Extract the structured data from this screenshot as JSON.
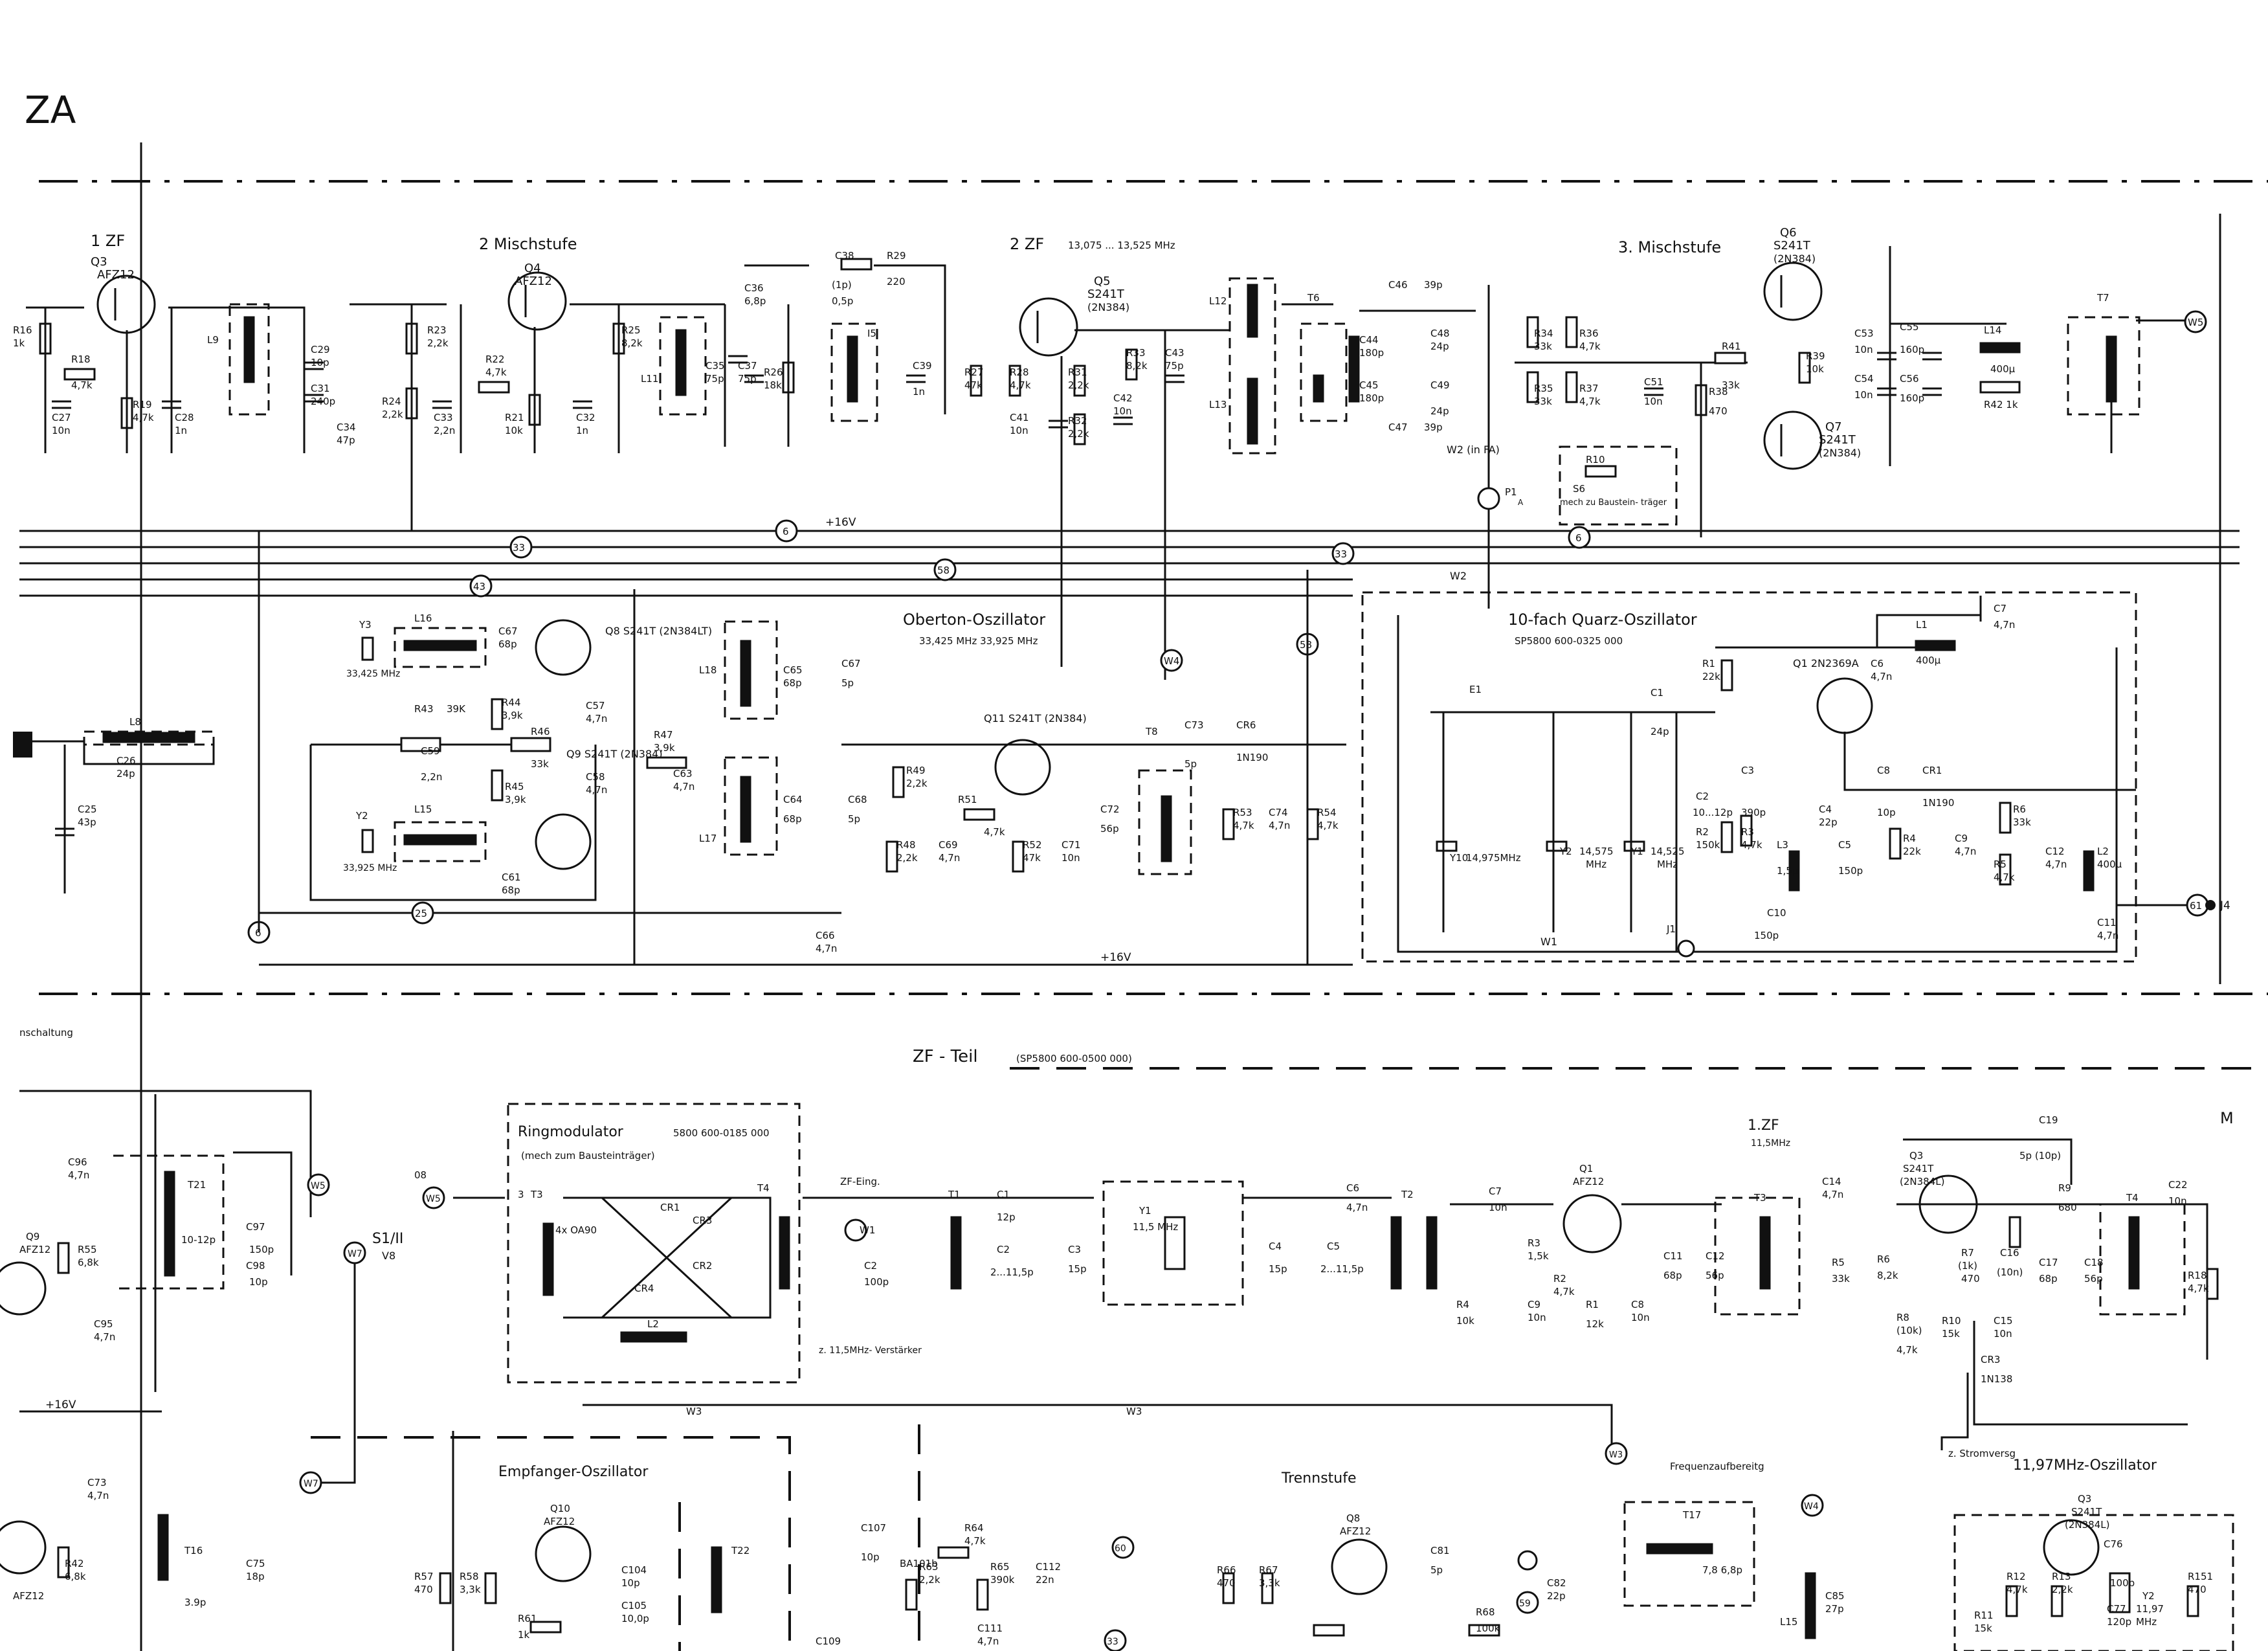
{
  "page_tag": "ZA",
  "top": {
    "stages": {
      "zf1": "1 ZF",
      "misch2": "2 Mischstufe",
      "zf2": "2 ZF",
      "zf2_freq": "13,075 ... 13,525 MHz",
      "misch3": "3. Mischstufe"
    },
    "transistors": [
      {
        "ref": "Q3",
        "type": "AFZ12"
      },
      {
        "ref": "Q4",
        "type": "AFZ12"
      },
      {
        "ref": "Q5",
        "type": "S241T",
        "alt": "(2N384)"
      },
      {
        "ref": "Q6",
        "type": "S241T",
        "alt": "(2N384)"
      },
      {
        "ref": "Q7",
        "type": "S241T",
        "alt": "(2N384)"
      }
    ],
    "parts": [
      "R16 1k",
      "R18 4,7k",
      "R19 4,7k",
      "C27 10n",
      "C28 1n",
      "L9",
      "C29 10p",
      "C31 240p",
      "C34 47p",
      "R23 2,2k",
      "R22 4,7k",
      "R24 2,2k",
      "C33 2,2n",
      "R21 10k",
      "C32 1n",
      "R25 8,2k",
      "C36 6,8p",
      "L11",
      "C35 75p",
      "C37 75p",
      "R26 18k",
      "C38 (1p) 0,5p",
      "R29 220",
      "I5",
      "C39 1n",
      "R27 47k",
      "R28 4,7k",
      "C41 10n",
      "R31 2,2k",
      "R32 2,2k",
      "C42 10n",
      "R33 8,2k",
      "C43 75p",
      "L12",
      "L13",
      "T6",
      "C44 180p",
      "C45 180p",
      "C46 39p",
      "C47 39p",
      "C48 24p",
      "C49 24p",
      "R34 33k",
      "R35 33k",
      "R36 4,7k",
      "R37 4,7k",
      "C51 10n",
      "R38 470",
      "R41 33k",
      "R39 10k",
      "C53 10n",
      "C54 10n",
      "C55 160p",
      "C56 160p",
      "L14 400µ",
      "R42 1k",
      "T7",
      "S6",
      "R10"
    ],
    "w2_label": "W2 (in FA)",
    "s6_note": "mech zu Baustein- träger",
    "p1": "P1",
    "p1_sub": "A"
  },
  "rails": {
    "plus16": "+16V",
    "node6": "6",
    "node33": "33",
    "node58": "58",
    "node43": "43",
    "node25": "25",
    "node61": "61",
    "w1": "W1",
    "w2": "W2",
    "w3": "W3",
    "w5": "W5",
    "w4": "W4",
    "w7": "W7",
    "j4": "J4"
  },
  "oberton": {
    "title": "Oberton-Oszillator",
    "freqs": "33,425 MHz      33,925 MHz",
    "y3": "Y3",
    "y3_freq": "33,425 MHz",
    "y2": "Y2",
    "y2_freq": "33,925 MHz",
    "q8": "Q8 S241T (2N384LT)",
    "q9": "Q9 S241T (2N384)",
    "q11": "Q11 S241T (2N384)",
    "parts": [
      "L16",
      "C67 68p",
      "R43 39k",
      "C59 2,2n",
      "R44 3,9k",
      "R45 3,9k",
      "R46 33k",
      "C57 4,7n",
      "C58 4,7n",
      "L15",
      "C61 68p",
      "R47 3,9k",
      "C63 4,7n",
      "L18",
      "C65 68p",
      "C67 5p",
      "L17",
      "C64 68p",
      "C68 5p",
      "R49 2,2k",
      "R51 4,7k",
      "R48 2,2k",
      "C69 4,7n",
      "R52 47k",
      "C71 10n",
      "T8",
      "C72 56p",
      "C73 5p",
      "CR6 1N190",
      "R53 4,7k",
      "C74 4,7n",
      "R54 4,7k",
      "C66 4,7n",
      "L8",
      "C26 24p",
      "C25 43p"
    ]
  },
  "quarz": {
    "title": "10-fach Quarz-Oszillator",
    "code": "SP5800 600-0325 000",
    "q1": "Q1 2N2369A",
    "parts": [
      "R1 22k",
      "C6 4,7n",
      "L1 400µ",
      "C7 4,7n",
      "E1",
      "C1 24p",
      "Y10 14,975MHz",
      "Y2 14,575 MHz",
      "Y1 14,525 MHz",
      "C2 10...12p",
      "C3 390p",
      "C8 10p",
      "CR1 1N190",
      "R2 150k",
      "R3 4,7k",
      "L3 1,5µ",
      "C4 22p",
      "C5 150p",
      "R4 22k",
      "C9 4,7n",
      "R6 33k",
      "R5 4,7k",
      "C12 4,7n",
      "L2 400µ",
      "C10 150p",
      "J1",
      "C11 4,7n"
    ]
  },
  "bottom": {
    "zf_teil": "ZF - Teil",
    "zf_teil_code": "(SP5800 600-0500 000)",
    "ringmod": "Ringmodulator",
    "ringmod_code": "5800 600-0185 000",
    "ringmod_note": "(mech zum Bausteinträger)",
    "ringmod_diodes": "4x OA90",
    "zf_eing": "ZF-Eing.",
    "verst": "z. 11,5MHz- Verstärker",
    "zf1": "1.ZF",
    "zf1_freq": "11,5MHz",
    "mark_m": "M",
    "schaltung": "nschaltung",
    "s1": "S1/II",
    "s1_sub": "V8",
    "empf_osz": "Empfanger-Oszillator",
    "trennstufe": "Trennstufe",
    "freq_aufb": "Frequenzaufbereitg",
    "osz_1197": "11,97MHz-Oszillator",
    "stromversg": "z. Stromversg",
    "parts": [
      "C96 4,7n",
      "Q9 AFZ12",
      "R55 6,8k",
      "T21",
      "10-12p",
      "C97 150p",
      "C98 10p",
      "C95 4,7n",
      "T3",
      "CR1",
      "CR2",
      "CR3",
      "CR4",
      "T4",
      "L2",
      "C2 100p",
      "T1",
      "C1 12p",
      "C2 2...11,5p",
      "C3 15p",
      "Y1 11,5 MHz",
      "C4 15p",
      "C5 2...11,5p",
      "C6 4,7n",
      "T2",
      "C7 10n",
      "Q1 AFZ12",
      "R3 1,5k",
      "C9 10n",
      "R2 4,7k",
      "R1 12k",
      "C8 10n",
      "R4 10k",
      "C11 68p",
      "C12 56p",
      "T3",
      "C14 4,7n",
      "R5 33k",
      "R6 8,2k",
      "Q3 S241T (2N384L)",
      "C19 5p (10p)",
      "R7 (1k) 470",
      "C16 (10n)",
      "R8 (10k) 4,7k",
      "R10 15k",
      "C15 10n",
      "CR3 1N138",
      "R9 680",
      "C17 68p",
      "C18 56p",
      "T4",
      "C22 10n",
      "R18 4,7k",
      "C73 4,7n",
      "R42 6,8k",
      "T16",
      "C75 18p",
      "Q10 AFZ12",
      "R57 470",
      "R58 3,3k",
      "R61 1k",
      "C104 10p",
      "C105 10,0p",
      "T22",
      "C109",
      "C107 10p",
      "BA101b",
      "R64 4,7k",
      "R63 2,2k",
      "R65 390k",
      "C112 22n",
      "C111 4,7n",
      "R66 470",
      "R67 3,3k",
      "Q8 AFZ12",
      "C81 5p",
      "R68 100k",
      "C82 22p",
      "T17",
      "7,8 6,8p",
      "L15",
      "C85 27p",
      "Q3 S241T (2N384L)",
      "C76 100p",
      "Y2 11,97 MHz",
      "C77 120p",
      "R11 15k",
      "R12 4,7k",
      "R13 2,2k",
      "R151 470"
    ]
  }
}
